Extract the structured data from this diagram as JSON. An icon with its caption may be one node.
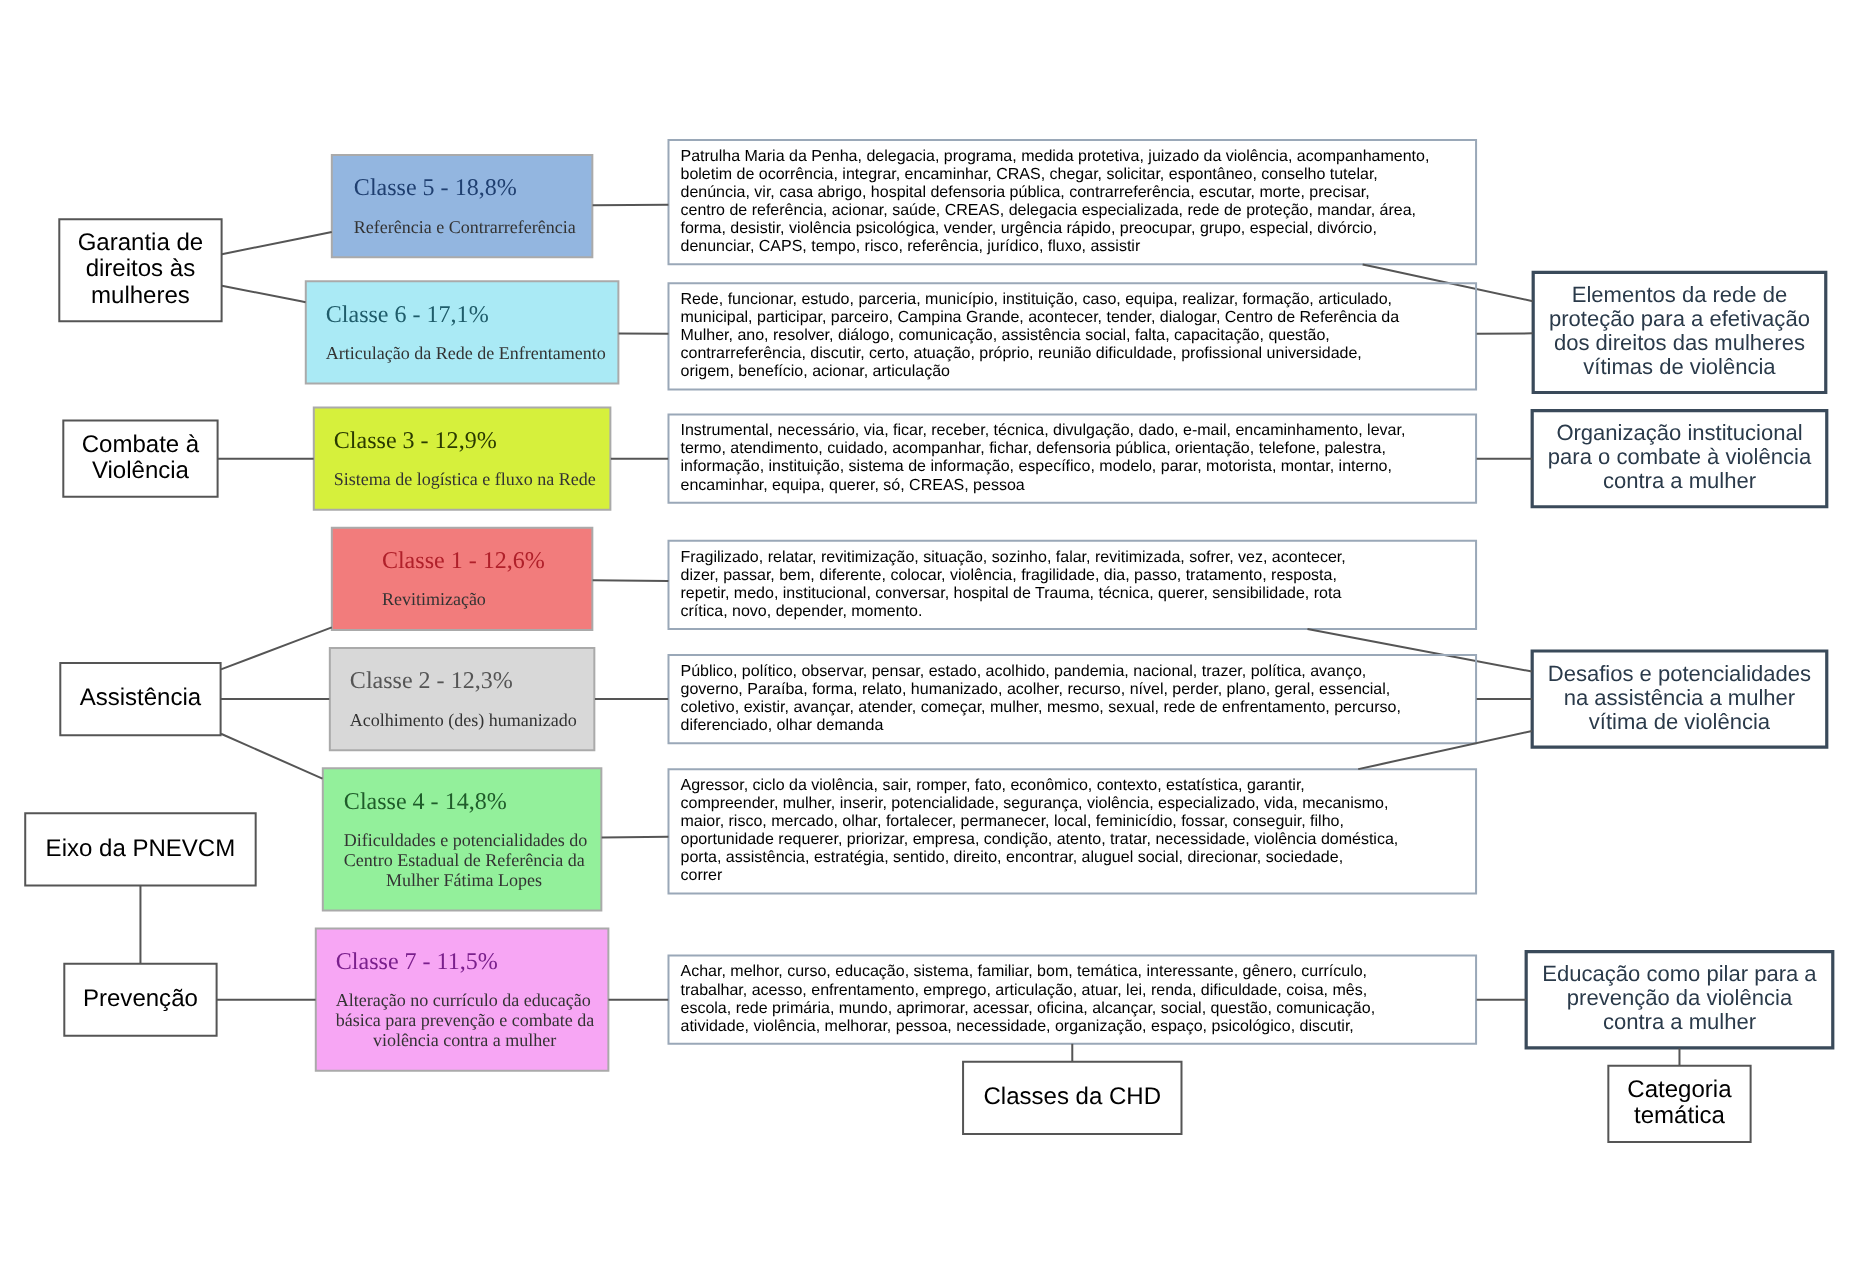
{
  "diagram": {
    "nodes": [
      {
        "text": [
          "Eixo da PNEVCM"
        ]
      },
      {
        "text": [
          "Classes da CHD"
        ]
      },
      {
        "text": [
          "Categoria temática"
        ]
      },
      {
        "text": [
          "Prevenção"
        ]
      },
      {
        "text": [
          "Assistência"
        ]
      },
      {
        "text": [
          "Combate à Violência"
        ]
      },
      {
        "text": [
          "Garantia de direitos às mulheres"
        ]
      },
      {
        "text": [
          "Classe 7 - 11,5%",
          "Alteração no currículo da educação básica para prevenção e combate da violência contra a mulher"
        ]
      },
      {
        "text": [
          "Achar, melhor, curso, educação, sistema, familiar, bom, temática, interessante, gênero, currículo, trabalhar, acesso, enfrentamento, emprego, articulação, atuar, lei, renda, dificuldade, coisa, mês, escola, rede primária, mundo, aprimorar, acessar, oficina, alcançar, social, questão, comunicação, atividade, violência, melhorar, pessoa, necessidade, organização, espaço, psicológico, discutir,"
        ]
      },
      {
        "text": [
          "Classe 1 - 12,6%",
          "Revitimização"
        ]
      },
      {
        "text": [
          "Fragilizado, relatar, revitimização, situação, sozinho, falar, revitimizada, sofrer, vez, acontecer, dizer, passar, bem, diferente, colocar, violência, fragilidade, dia, passo, tratamento, resposta, repetir, medo, institucional, conversar, hospital de Trauma, técnica, querer, sensibilidade, rota crítica, novo, depender, momento."
        ]
      },
      {
        "text": [
          "Classe 2 - 12,3%",
          "Acolhimento (des) humanizado"
        ]
      },
      {
        "text": [
          "Público, político, observar, pensar, estado, acolhido, pandemia, nacional, trazer, política, avanço, governo, Paraíba, forma, relato, humanizado, acolher, recurso, nível, perder, plano, geral, essencial, coletivo, existir, avançar, atender, começar, mulher, mesmo, sexual, rede de enfrentamento, percurso, diferenciado, olhar demanda"
        ]
      },
      {
        "text": [
          "Classe 4 - 14,8%",
          "Dificuldades e potencialidades do Centro Estadual de Referência da Mulher Fátima Lopes"
        ]
      },
      {
        "text": [
          "Agressor, ciclo da violência, sair, romper, fato, econômico, contexto, estatística, garantir, compreender, mulher, inserir, potencialidade, segurança, violência, especializado, vida, mecanismo, maior, risco, mercado, olhar, fortalecer, permanecer, local, feminicídio, fossar, conseguir, filho, oportunidade requerer, priorizar, empresa, condição, atento, tratar, necessidade, violência doméstica, porta, assistência, estratégia, sentido, direito, encontrar, aluguel social, direcionar, sociedade, correr"
        ]
      },
      {
        "text": [
          "Classe 3 - 12,9%",
          "Sistema de logística e fluxo na Rede"
        ]
      },
      {
        "text": [
          "Instrumental, necessário, via, ficar, receber, técnica, divulgação, dado, e-mail, encaminhamento, levar, termo, atendimento, cuidado, acompanhar, fichar, defensoria pública, orientação, telefone, palestra, informação, instituição, sistema de informação, específico, modelo, parar, motorista, montar, interno, encaminhar, equipa, querer, só, CREAS, pessoa"
        ]
      },
      {
        "text": [
          "Classe 5 - 18,8%",
          "Referência e Contrarreferência"
        ]
      },
      {
        "text": [
          "Patrulha Maria da Penha, delegacia, programa, medida protetiva, juizado da violência, acompanhamento, boletim de ocorrência, integrar, encaminhar, CRAS, chegar, solicitar, espontâneo, conselho tutelar, denúncia, vir, casa abrigo, hospital defensoria pública, contrarreferência, escutar, morte, precisar, centro de referência, acionar, saúde, CREAS, delegacia especializada, rede de proteção, mandar, área, forma, desistir, violência psicológica, vender, urgência rápido, preocupar, grupo, especial, divórcio, denunciar, CAPS, tempo, risco, referência, jurídico, fluxo, assistir"
        ]
      },
      {
        "text": [
          "Classe 6 - 17,1%",
          "Articulação da Rede de Enfrentamento"
        ]
      },
      {
        "text": [
          "Rede, funcionar, estudo, parceria, município, instituição, caso, equipa, realizar, formação, articulado, municipal, participar, parceiro, Campina Grande, acontecer, tender, dialogar, Centro de Referência da Mulher, ano, resolver, diálogo, comunicação, assistência social, falta, capacitação, questão, contrarreferência, discutir, certo, atuação, próprio, reunião dificuldade, profissional universidade, origem, benefício, acionar, articulação"
        ]
      },
      {
        "text": [
          "Educação como pilar para a prevenção da violência contra a mulher"
        ]
      },
      {
        "text": [
          "Desafios e potencialidades na assistência a mulher vítima de violência"
        ]
      },
      {
        "text": [
          "Organização institucional para o combate à violência contra a mulher"
        ]
      },
      {
        "text": [
          "Elementos da rede de proteção para a efetivação dos direitos das mulheres vítimas de violência"
        ]
      }
    ],
    "edges": [
      {
        "from": 0,
        "to": 3,
        "arrow": "none"
      },
      {
        "from": 1,
        "to": 8,
        "arrow": "none"
      },
      {
        "from": 2,
        "to": 21,
        "arrow": "none"
      },
      {
        "from": 3,
        "to": 7,
        "arrow": "none"
      },
      {
        "from": 4,
        "to": 9,
        "arrow": "none"
      },
      {
        "from": 4,
        "to": 11,
        "arrow": "none"
      },
      {
        "from": 4,
        "to": 13,
        "arrow": "none"
      },
      {
        "from": 5,
        "to": 15,
        "arrow": "none"
      },
      {
        "from": 6,
        "to": 17,
        "arrow": "none"
      },
      {
        "from": 6,
        "to": 19,
        "arrow": "none"
      },
      {
        "from": 7,
        "to": 8,
        "arrow": "none"
      },
      {
        "from": 9,
        "to": 10,
        "arrow": "none"
      },
      {
        "from": 11,
        "to": 12,
        "arrow": "none"
      },
      {
        "from": 13,
        "to": 14,
        "arrow": "none"
      },
      {
        "from": 15,
        "to": 16,
        "arrow": "none"
      },
      {
        "from": 17,
        "to": 18,
        "arrow": "none"
      },
      {
        "from": 19,
        "to": 20,
        "arrow": "none"
      },
      {
        "from": 8,
        "to": 21,
        "arrow": "none"
      },
      {
        "from": 10,
        "to": 22,
        "arrow": "none"
      },
      {
        "from": 12,
        "to": 22,
        "arrow": "none"
      },
      {
        "from": 14,
        "to": 22,
        "arrow": "none"
      },
      {
        "from": 16,
        "to": 23,
        "arrow": "none"
      },
      {
        "from": 18,
        "to": 24,
        "arrow": "none"
      },
      {
        "from": 20,
        "to": 24,
        "arrow": "none"
      }
    ]
  }
}
